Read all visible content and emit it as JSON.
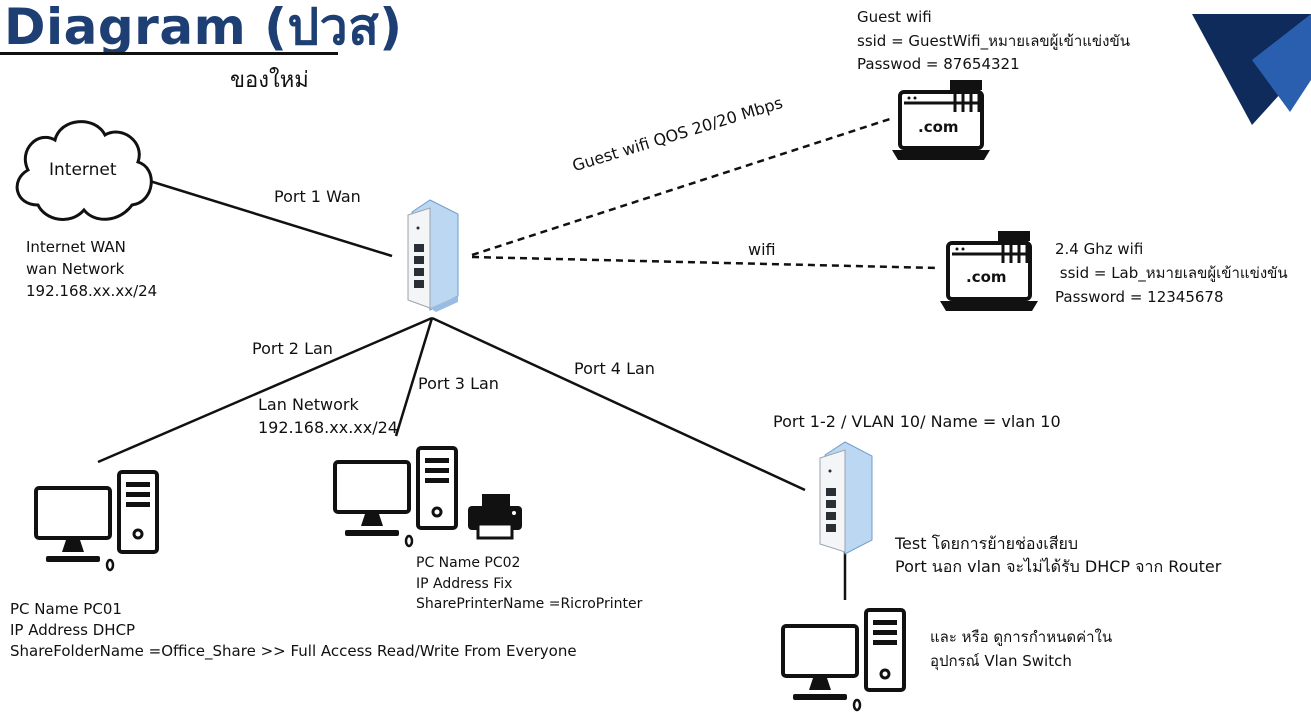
{
  "header": {
    "title": "Diagram (ปวส)",
    "subtitle": "ของใหม่"
  },
  "colors": {
    "title": "#1d3f74",
    "corner_dark": "#0f2b5b",
    "corner_light": "#2a5fb0",
    "router_blue": "#bcd7f2"
  },
  "internet": {
    "cloud_label": "Internet",
    "info": [
      "Internet WAN",
      "wan Network",
      "192.168.xx.xx/24"
    ]
  },
  "links": {
    "wan": "Port 1 Wan",
    "guest_wifi": "Guest wifi QOS 20/20 Mbps",
    "wifi": "wifi",
    "port2": "Port 2 Lan",
    "port3": "Port 3 Lan",
    "port4": "Port 4 Lan"
  },
  "lan_network": [
    "Lan Network",
    "192.168.xx.xx/24"
  ],
  "guest_wifi": {
    "info": [
      "Guest wifi",
      "ssid = GuestWifi_หมายเลขผู้เข้าแข่งขัน",
      "Passwod = 87654321"
    ],
    "laptop_text": ".com"
  },
  "lab_wifi": {
    "info": [
      "2.4 Ghz wifi",
      " ssid = Lab_หมายเลขผู้เข้าแข่งขัน",
      "Password = 12345678"
    ],
    "laptop_text": ".com"
  },
  "pc01": [
    "PC Name PC01",
    "IP Address DHCP",
    "ShareFolderName =Office_Share >> Full Access Read/Write From Everyone"
  ],
  "pc02": [
    "PC Name PC02",
    "IP Address Fix",
    "SharePrinterName =RicroPrinter"
  ],
  "vlan_switch": {
    "label": "Port 1-2 / VLAN 10/ Name = vlan 10",
    "test_note": [
      "Test โดยการย้ายช่องเสียบ",
      "Port นอก vlan จะไม่ได้รับ DHCP จาก Router"
    ],
    "config_note": [
      "และ หรือ ดูการกำหนดค่าใน",
      "อุปกรณ์ Vlan Switch"
    ]
  }
}
